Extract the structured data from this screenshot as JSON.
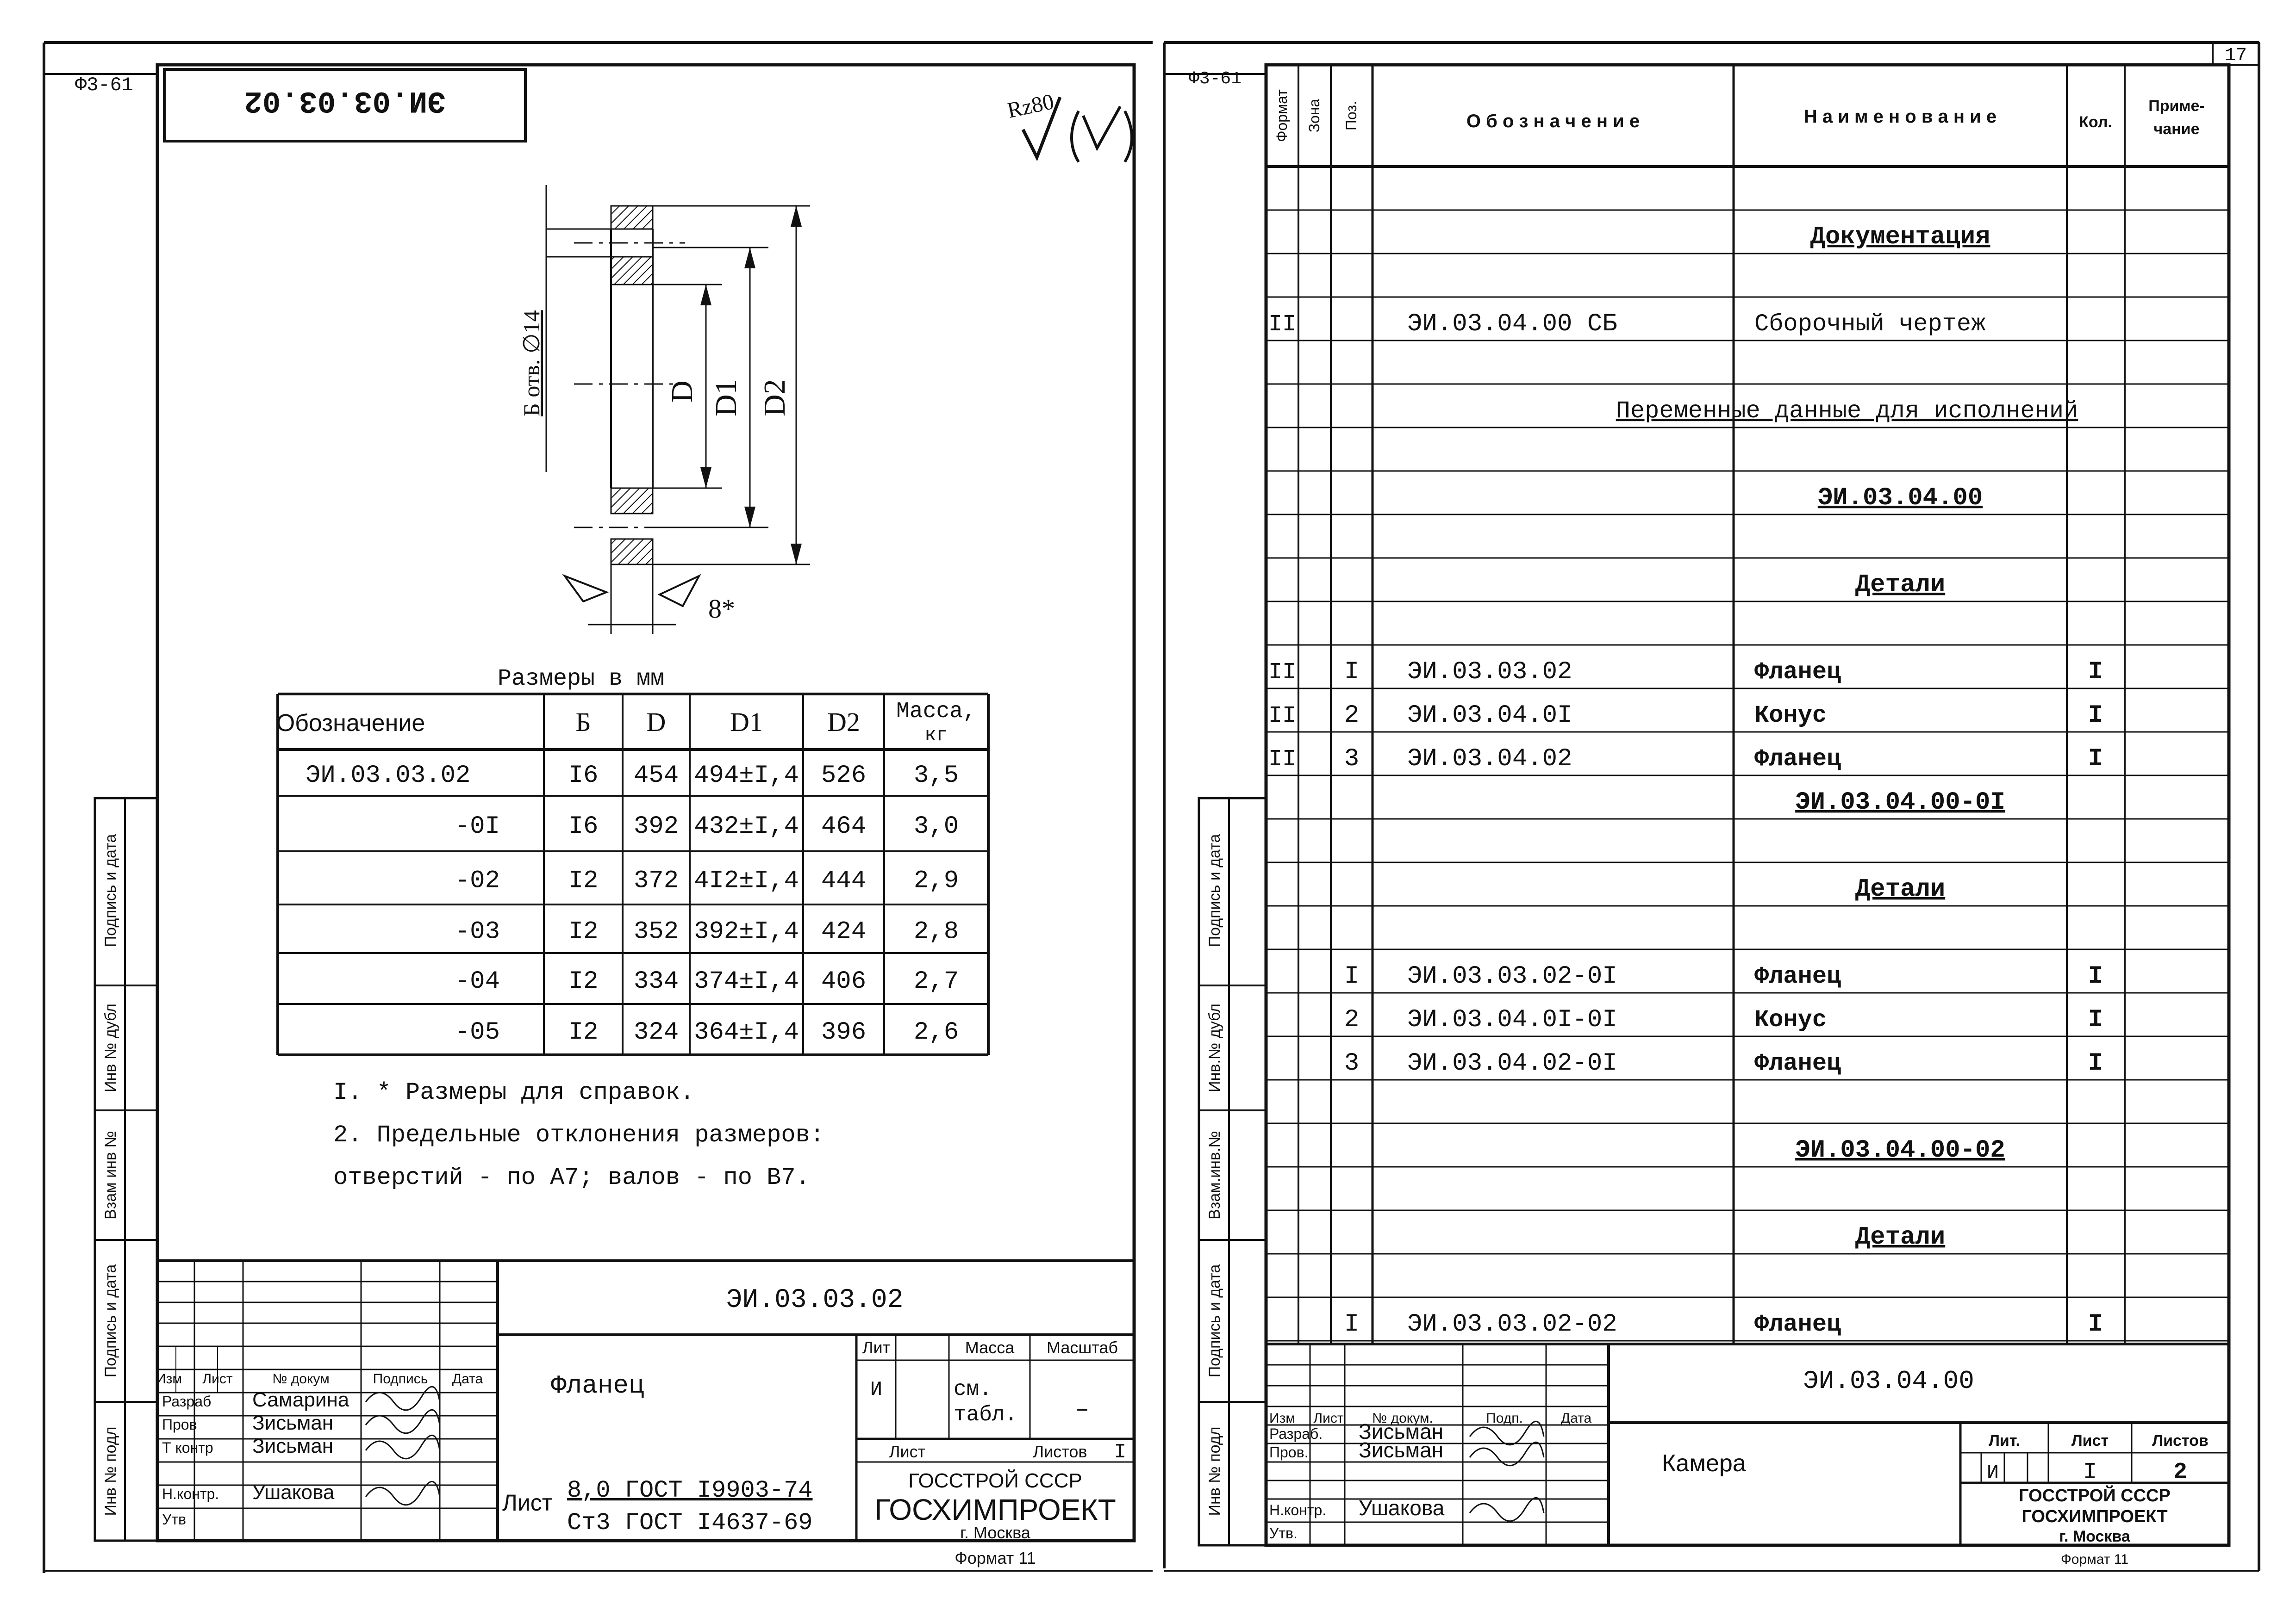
{
  "left_sheet": {
    "format_code": "Ф3-61",
    "stamp_mirrored": "ЭИ.03.03.02",
    "roughness": "Rz80",
    "drawing": {
      "dim_b": "Б отв. ∅14",
      "dim_d": "D",
      "dim_d1": "D1",
      "dim_d2": "D2",
      "dim_thickness": "8*"
    },
    "table_caption": "Размеры  в мм",
    "table_headers": [
      "Обозначение",
      "Б",
      "D",
      "D1",
      "D2",
      "Масса, кг"
    ],
    "table_rows": [
      [
        "ЭИ.03.03.02",
        "I6",
        "454",
        "494±I,4",
        "526",
        "3,5"
      ],
      [
        "-0I",
        "I6",
        "392",
        "432±I,4",
        "464",
        "3,0"
      ],
      [
        "-02",
        "I2",
        "372",
        "4I2±I,4",
        "444",
        "2,9"
      ],
      [
        "-03",
        "I2",
        "352",
        "392±I,4",
        "424",
        "2,8"
      ],
      [
        "-04",
        "I2",
        "334",
        "374±I,4",
        "406",
        "2,7"
      ],
      [
        "-05",
        "I2",
        "324",
        "364±I,4",
        "396",
        "2,6"
      ]
    ],
    "notes": [
      "I.  * Размеры для справок.",
      "2.   Предельные отклонения размеров:",
      "     отверстий  - по А7; валов  - по В7."
    ],
    "side_labels": [
      "Подпись и дата",
      "Инв № дубл",
      "Взам инв №",
      "Подпись и дата",
      "Инв № подл"
    ],
    "title_block": {
      "designation": "ЭИ.03.03.02",
      "name": "Фланец",
      "col_headers": [
        "Изм",
        "Лист",
        "№ докум",
        "Подпись",
        "Дата"
      ],
      "roles": [
        "Разраб",
        "Пров",
        "Т контр",
        "",
        "Н.контр.",
        "Утв"
      ],
      "people": [
        "Самарина",
        "Зисьман",
        "Зисьман",
        "",
        "Ушакова",
        ""
      ],
      "lit_label": "Лит",
      "lit_value": "И",
      "mass_label": "Масса",
      "mass_value": "см. табл.",
      "scale_label": "Масштаб",
      "scale_value": "–",
      "sheet_label": "Лист",
      "sheets_label": "Листов",
      "sheets_value": "I",
      "material_prefix": "Лист",
      "material_line1": "8,0 ГОСТ I9903-74",
      "material_line2": "Ст3 ГОСТ I4637-69",
      "org_line1": "ГОССТРОЙ СССР",
      "org_line2": "ГОСХИМПРОЕКТ",
      "org_line3": "г. Москва",
      "format": "Формат 11"
    }
  },
  "right_sheet": {
    "format_code": "Ф3-61",
    "page_number": "17",
    "headers": [
      "Формат",
      "Зона",
      "Поз.",
      "Обозначение",
      "Наименование",
      "Кол.",
      "Приме-чание"
    ],
    "rows": [
      {
        "fmt": "",
        "zone": "",
        "pos": "",
        "des": "",
        "name": "",
        "qty": ""
      },
      {
        "fmt": "",
        "zone": "",
        "pos": "",
        "des": "",
        "name": "Документация",
        "qty": "",
        "kind": "section"
      },
      {
        "fmt": "",
        "zone": "",
        "pos": "",
        "des": "",
        "name": "",
        "qty": ""
      },
      {
        "fmt": "II",
        "zone": "",
        "pos": "",
        "des": "ЭИ.03.04.00 СБ",
        "name": "Сборочный чертеж",
        "qty": ""
      },
      {
        "fmt": "",
        "zone": "",
        "pos": "",
        "des": "",
        "name": "",
        "qty": ""
      },
      {
        "fmt": "",
        "zone": "",
        "pos": "",
        "des": "",
        "name": "Переменные данные для исполнений",
        "qty": "",
        "kind": "span"
      },
      {
        "fmt": "",
        "zone": "",
        "pos": "",
        "des": "",
        "name": "",
        "qty": ""
      },
      {
        "fmt": "",
        "zone": "",
        "pos": "",
        "des": "",
        "name": "ЭИ.03.04.00",
        "qty": "",
        "kind": "section"
      },
      {
        "fmt": "",
        "zone": "",
        "pos": "",
        "des": "",
        "name": "",
        "qty": ""
      },
      {
        "fmt": "",
        "zone": "",
        "pos": "",
        "des": "",
        "name": "Детали",
        "qty": "",
        "kind": "section"
      },
      {
        "fmt": "",
        "zone": "",
        "pos": "",
        "des": "",
        "name": "",
        "qty": ""
      },
      {
        "fmt": "II",
        "zone": "",
        "pos": "I",
        "des": "ЭИ.03.03.02",
        "name": "Фланец",
        "qty": "I"
      },
      {
        "fmt": "II",
        "zone": "",
        "pos": "2",
        "des": "ЭИ.03.04.0I",
        "name": "Конус",
        "qty": "I"
      },
      {
        "fmt": "II",
        "zone": "",
        "pos": "3",
        "des": "ЭИ.03.04.02",
        "name": "Фланец",
        "qty": "I"
      },
      {
        "fmt": "",
        "zone": "",
        "pos": "",
        "des": "",
        "name": "ЭИ.03.04.00-0I",
        "qty": "",
        "kind": "section"
      },
      {
        "fmt": "",
        "zone": "",
        "pos": "",
        "des": "",
        "name": "",
        "qty": ""
      },
      {
        "fmt": "",
        "zone": "",
        "pos": "",
        "des": "",
        "name": "Детали",
        "qty": "",
        "kind": "section"
      },
      {
        "fmt": "",
        "zone": "",
        "pos": "",
        "des": "",
        "name": "",
        "qty": ""
      },
      {
        "fmt": "",
        "zone": "",
        "pos": "I",
        "des": "ЭИ.03.03.02-0I",
        "name": "Фланец",
        "qty": "I"
      },
      {
        "fmt": "",
        "zone": "",
        "pos": "2",
        "des": "ЭИ.03.04.0I-0I",
        "name": "Конус",
        "qty": "I"
      },
      {
        "fmt": "",
        "zone": "",
        "pos": "3",
        "des": "ЭИ.03.04.02-0I",
        "name": "Фланец",
        "qty": "I"
      },
      {
        "fmt": "",
        "zone": "",
        "pos": "",
        "des": "",
        "name": "",
        "qty": ""
      },
      {
        "fmt": "",
        "zone": "",
        "pos": "",
        "des": "",
        "name": "ЭИ.03.04.00-02",
        "qty": "",
        "kind": "section"
      },
      {
        "fmt": "",
        "zone": "",
        "pos": "",
        "des": "",
        "name": "",
        "qty": ""
      },
      {
        "fmt": "",
        "zone": "",
        "pos": "",
        "des": "",
        "name": "Детали",
        "qty": "",
        "kind": "section"
      },
      {
        "fmt": "",
        "zone": "",
        "pos": "",
        "des": "",
        "name": "",
        "qty": ""
      },
      {
        "fmt": "",
        "zone": "",
        "pos": "I",
        "des": "ЭИ.03.03.02-02",
        "name": "Фланец",
        "qty": "I"
      }
    ],
    "side_labels": [
      "Подпись и дата",
      "Инв.№ дубл",
      "Взам.инв.№",
      "Подпись и дата",
      "Инв № подл"
    ],
    "title_block": {
      "designation": "ЭИ.03.04.00",
      "name": "Камера",
      "col_headers": [
        "Изм",
        "Лист",
        "№ докум.",
        "Подп.",
        "Дата"
      ],
      "roles": [
        "Разраб.",
        "Пров.",
        "",
        "Н.контр.",
        "Утв."
      ],
      "people": [
        "Зисьман",
        "Зисьман",
        "",
        "Ушакова",
        ""
      ],
      "lit_label": "Лит.",
      "lit_value": "И",
      "sheet_label": "Лист",
      "sheet_value": "I",
      "sheets_label": "Листов",
      "sheets_value": "2",
      "org_line1": "ГОССТРОЙ СССР",
      "org_line2": "ГОСХИМПРОЕКТ",
      "org_line3": "г. Москва",
      "format": "Формат 11"
    }
  }
}
